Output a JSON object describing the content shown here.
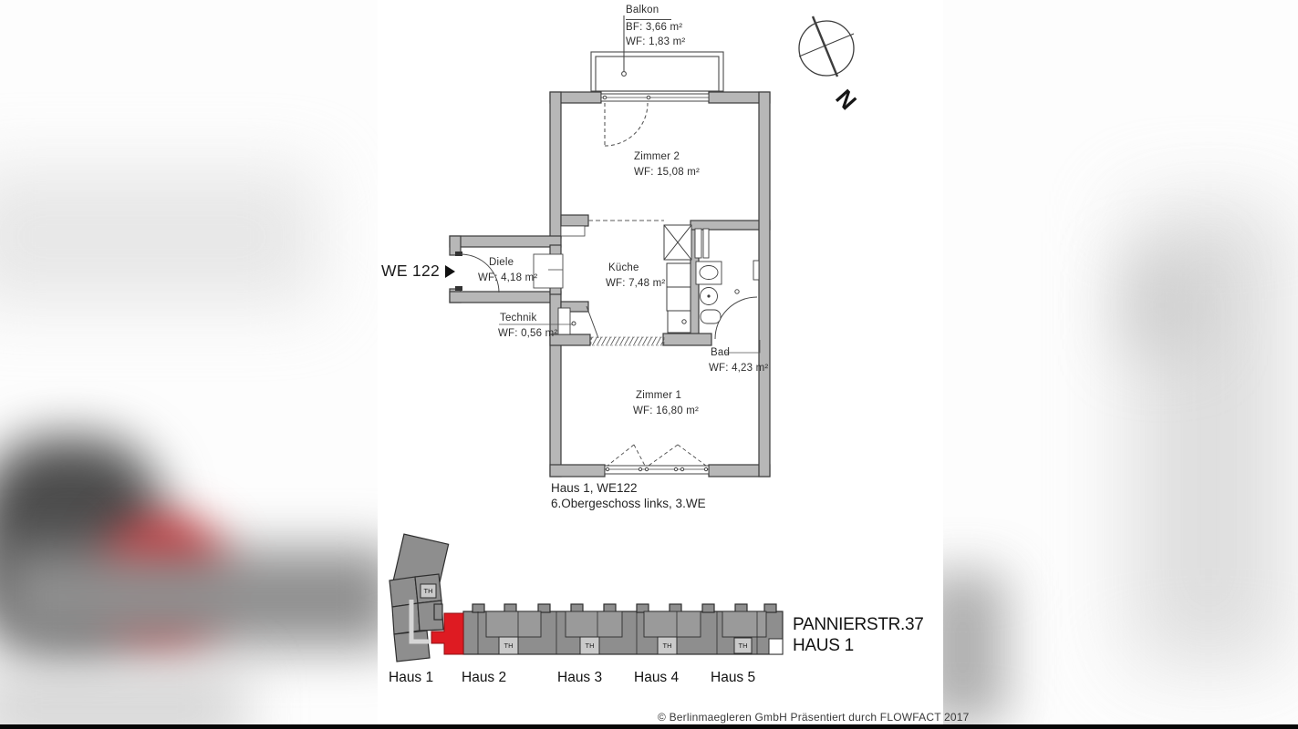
{
  "floorplan": {
    "unit": "WE 122",
    "compass": "N",
    "caption": {
      "line1": "Haus 1, WE122",
      "line2": "6.Obergeschoss links, 3.WE"
    },
    "rooms": {
      "balkon": {
        "name": "Balkon",
        "area1": "BF: 3,66 m²",
        "area2": "WF: 1,83 m²"
      },
      "zimmer2": {
        "name": "Zimmer 2",
        "area": "WF: 15,08 m²"
      },
      "diele": {
        "name": "Diele",
        "area": "WF: 4,18 m²"
      },
      "kueche": {
        "name": "Küche",
        "area": "WF: 7,48 m²"
      },
      "technik": {
        "name": "Technik",
        "area": "WF: 0,56 m²"
      },
      "bad": {
        "name": "Bad",
        "area": "WF: 4,23 m²"
      },
      "zimmer1": {
        "name": "Zimmer 1",
        "area": "WF: 16,80 m²"
      }
    }
  },
  "siteplan": {
    "street": "PANNIERSTR.37",
    "house": "HAUS 1",
    "stairwell_label": "TH",
    "highlight_color": "#de1b22",
    "houses": [
      {
        "label": "Haus 1"
      },
      {
        "label": "Haus 2"
      },
      {
        "label": "Haus 3"
      },
      {
        "label": "Haus 4"
      },
      {
        "label": "Haus 5"
      }
    ]
  },
  "footer": {
    "copyright": "© Berlinmaegleren GmbH Präsentiert durch FLOWFACT 2017"
  }
}
